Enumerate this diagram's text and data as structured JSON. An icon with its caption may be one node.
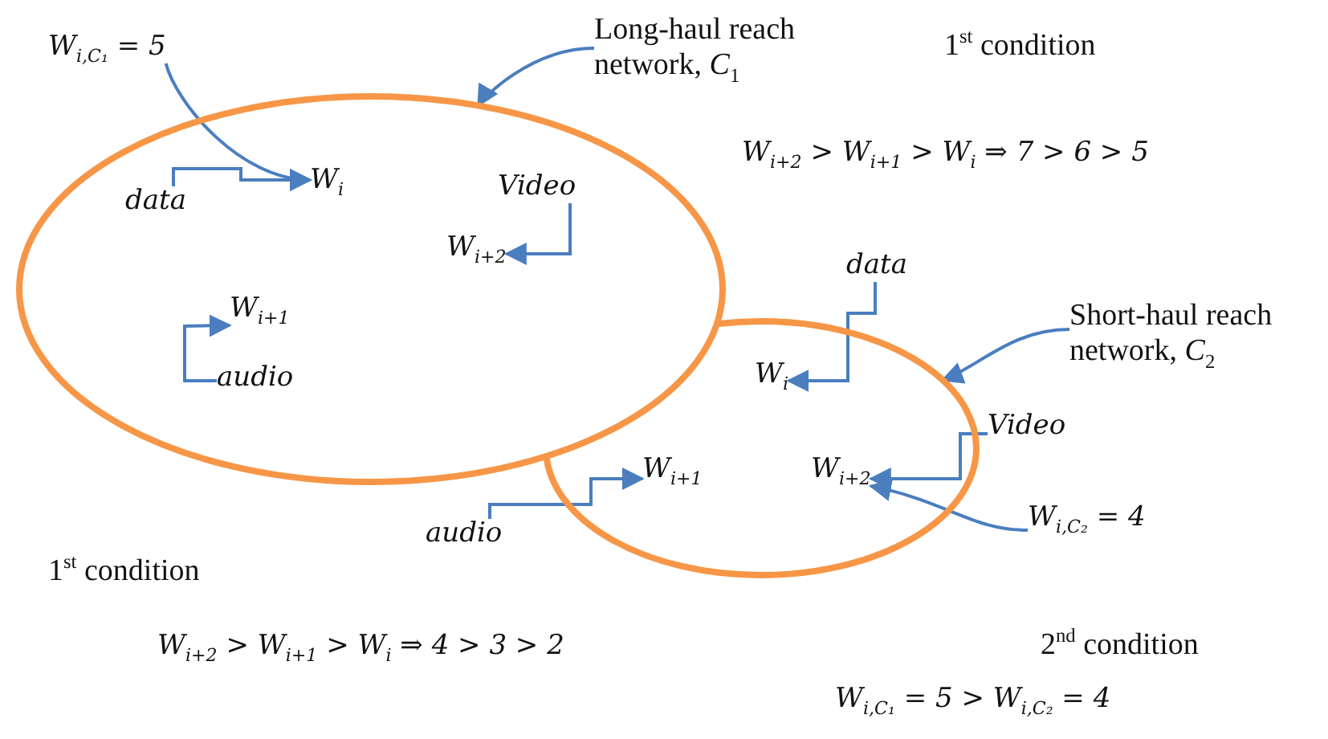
{
  "diagram": {
    "nodes": [
      {
        "text": [],
        "shape": "ellipse"
      },
      {
        "text": [],
        "shape": "ellipse"
      },
      {
        "text": [
          "*W*$_{i,C₁}$ = 5"
        ]
      },
      {
        "text": [
          "Long-haul reach network, *C*$_{1}$"
        ]
      },
      {
        "text": [
          "*W*$_{i}$"
        ],
        "in": 0
      },
      {
        "text": [
          "data"
        ],
        "in": 0
      },
      {
        "text": [
          "Video"
        ],
        "in": 0
      },
      {
        "text": [
          "*W*$_{i+2}$"
        ],
        "in": 0
      },
      {
        "text": [
          "*W*$_{i+1}$"
        ],
        "in": 0
      },
      {
        "text": [
          "audio"
        ],
        "in": 0
      },
      {
        "text": [
          "data"
        ]
      },
      {
        "text": [
          "*W*$_{i}$"
        ],
        "in": 1
      },
      {
        "text": [
          "Short-haul reach network, *C*$_{2}$"
        ]
      },
      {
        "text": [
          "Video"
        ]
      },
      {
        "text": [
          "*W*$_{i+1}$"
        ],
        "in": 1
      },
      {
        "text": [
          "*W*$_{i+2}$"
        ],
        "in": 1
      },
      {
        "text": [
          "*W*$_{i,C₂}$ = 4"
        ]
      },
      {
        "text": [
          "audio"
        ]
      }
    ],
    "edges": [
      {
        "from": 2,
        "to": 4,
        "arrow": "to"
      },
      {
        "from": 3,
        "to": 0,
        "arrow": "to"
      },
      {
        "from": 5,
        "to": 4,
        "arrow": "to"
      },
      {
        "from": 6,
        "to": 7,
        "arrow": "to"
      },
      {
        "from": 9,
        "to": 8,
        "arrow": "to"
      },
      {
        "from": 10,
        "to": 11,
        "arrow": "to"
      },
      {
        "from": 12,
        "to": 1,
        "arrow": "to"
      },
      {
        "from": 13,
        "to": 15,
        "arrow": "to"
      },
      {
        "from": 16,
        "to": 15,
        "arrow": "to"
      },
      {
        "from": 17,
        "to": 14,
        "arrow": "to"
      }
    ],
    "labels": [
      "1$^{st}$ condition",
      "*W*$_{i+2}$ > *W*$_{i+1}$ > *W*$_{i}$ ⇒ 7 > 6 > 5",
      "1$^{st}$ condition",
      "*W*$_{i+2}$ > *W*$_{i+1}$ > *W*$_{i}$ ⇒ 4 > 3 > 2",
      "2$^{nd}$ condition",
      "*W*$_{i,C₁}$ = 5 > *W*$_{i,C₂}$ = 4"
    ]
  }
}
